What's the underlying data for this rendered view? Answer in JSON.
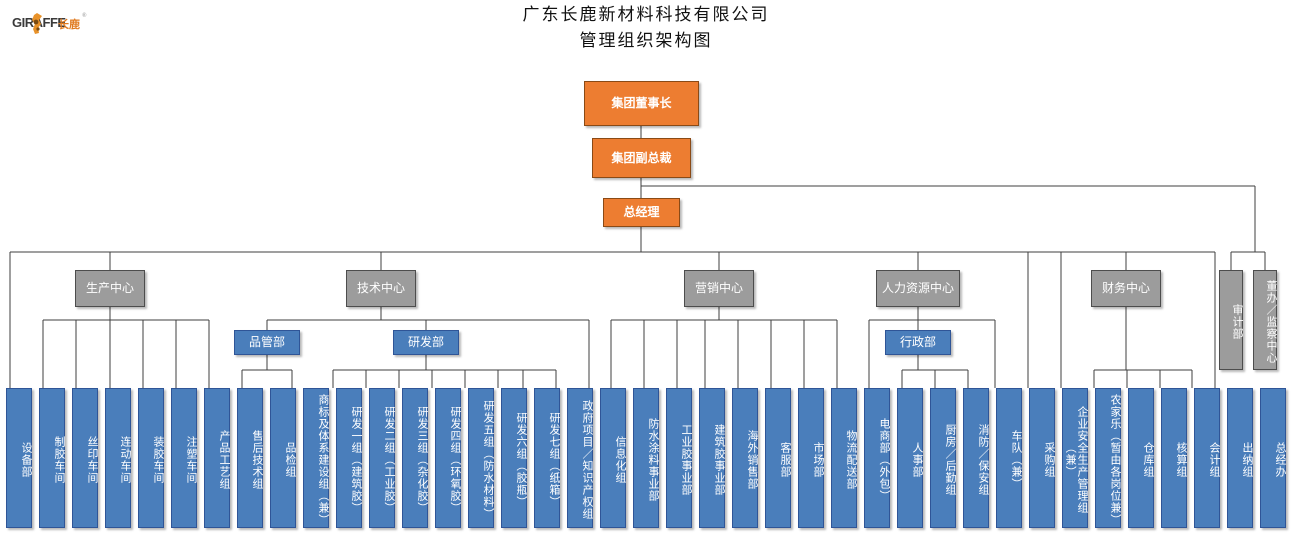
{
  "page": {
    "title_line1": "广东长鹿新材料科技有限公司",
    "title_line2": "管理组织架构图",
    "logo_text": "GIRAFFE",
    "logo_cn": "长鹿",
    "logo_mark": "registered-trademark",
    "colors": {
      "orange": "#ED7D31",
      "gray": "#9C9C9C",
      "blue": "#4A7EBB",
      "line": "#3f3f3f",
      "text": "#ffffff"
    }
  },
  "executive": [
    {
      "id": "chairman",
      "label": "集团董事长"
    },
    {
      "id": "vice-president",
      "label": "集团副总裁"
    },
    {
      "id": "general-manager",
      "label": "总经理"
    }
  ],
  "centers": [
    {
      "id": "production-center",
      "label": "生产中心"
    },
    {
      "id": "technology-center",
      "label": "技术中心"
    },
    {
      "id": "marketing-center",
      "label": "营销中心"
    },
    {
      "id": "hr-center",
      "label": "人力资源中心"
    },
    {
      "id": "finance-center",
      "label": "财务中心"
    }
  ],
  "departments": [
    {
      "id": "quality-control-dept",
      "label": "品管部"
    },
    {
      "id": "rd-dept",
      "label": "研发部"
    },
    {
      "id": "administration-dept",
      "label": "行政部"
    }
  ],
  "independent": [
    {
      "id": "audit-dept",
      "label": "审计部"
    },
    {
      "id": "board-supervision-center",
      "label": "董办／监察中心"
    }
  ],
  "units": [
    {
      "id": "equipment-dept",
      "label": "设备部"
    },
    {
      "id": "glue-making-workshop",
      "label": "制胶车间"
    },
    {
      "id": "silk-screen-workshop",
      "label": "丝印车间"
    },
    {
      "id": "linkage-workshop",
      "label": "连动车间"
    },
    {
      "id": "glue-filling-workshop",
      "label": "装胶车间"
    },
    {
      "id": "injection-workshop",
      "label": "注塑车间"
    },
    {
      "id": "product-process-group",
      "label": "产品工艺组"
    },
    {
      "id": "after-sales-tech-group",
      "label": "售后技术组"
    },
    {
      "id": "quality-inspection-group",
      "label": "品检组"
    },
    {
      "id": "trademark-system-group",
      "label": "商标及体系建设组（兼）"
    },
    {
      "id": "rd-group-1",
      "label": "研发一组（建筑胶）"
    },
    {
      "id": "rd-group-2",
      "label": "研发二组（工业胶）"
    },
    {
      "id": "rd-group-3",
      "label": "研发三组（杂化胶）"
    },
    {
      "id": "rd-group-4",
      "label": "研发四组（环氧胶）"
    },
    {
      "id": "rd-group-5",
      "label": "研发五组（防水材料）"
    },
    {
      "id": "rd-group-6",
      "label": "研发六组（胶瓶）"
    },
    {
      "id": "rd-group-7",
      "label": "研发七组（纸箱）"
    },
    {
      "id": "gov-project-ip-group",
      "label": "政府项目／知识产权组"
    },
    {
      "id": "informatization-group",
      "label": "信息化组"
    },
    {
      "id": "waterproof-coating-bu",
      "label": "防水涂料事业部"
    },
    {
      "id": "industrial-adhesive-bu",
      "label": "工业胶事业部"
    },
    {
      "id": "construction-adhesive-bu",
      "label": "建筑胶事业部"
    },
    {
      "id": "overseas-sales-dept",
      "label": "海外销售部"
    },
    {
      "id": "customer-service-dept",
      "label": "客服部"
    },
    {
      "id": "marketing-dept",
      "label": "市场部"
    },
    {
      "id": "logistics-delivery-dept",
      "label": "物流配送部"
    },
    {
      "id": "ecommerce-dept",
      "label": "电商部（外包）"
    },
    {
      "id": "personnel-dept",
      "label": "人事部"
    },
    {
      "id": "kitchen-logistics-group",
      "label": "厨房／后勤组"
    },
    {
      "id": "fire-security-group",
      "label": "消防／保安组"
    },
    {
      "id": "fleet-group",
      "label": "车队（兼）"
    },
    {
      "id": "purchasing-group",
      "label": "采购组"
    },
    {
      "id": "safety-production-group",
      "label": "企业安全生产管理组（兼）"
    },
    {
      "id": "farmhouse-group",
      "label": "农家乐（暂由各岗位兼）"
    },
    {
      "id": "warehouse-group",
      "label": "仓库组"
    },
    {
      "id": "accounting-calc-group",
      "label": "核算组"
    },
    {
      "id": "accounting-group",
      "label": "会计组"
    },
    {
      "id": "cashier-group",
      "label": "出纳组"
    },
    {
      "id": "gm-office",
      "label": "总经办"
    }
  ]
}
